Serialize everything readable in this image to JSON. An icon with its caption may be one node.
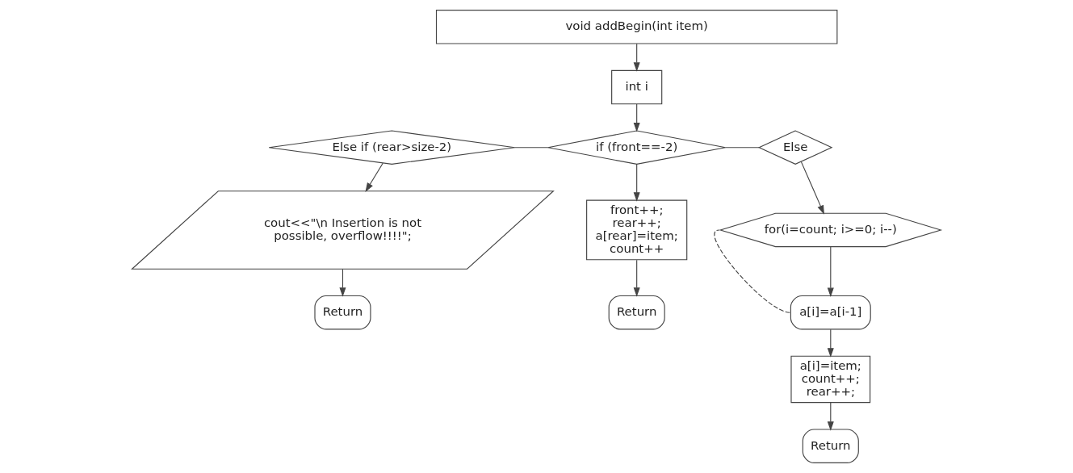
{
  "diagram": {
    "nodes": [
      {
        "text": [
          "void addBegin(int item)"
        ]
      },
      {
        "text": [
          "int i"
        ]
      },
      {
        "text": [
          "if (front==-2)"
        ]
      },
      {
        "text": [
          "Else if (rear>size-2)"
        ]
      },
      {
        "text": [
          "Else"
        ]
      },
      {
        "text": [
          "cout<<\"\\n Insertion is not possible, overflow!!!!\";"
        ]
      },
      {
        "text": [
          "Return"
        ]
      },
      {
        "text": [
          "front++; rear++; a[rear]=item; count++"
        ]
      },
      {
        "text": [
          "Return"
        ]
      },
      {
        "text": [
          "for(i=count; i>=0; i--)"
        ]
      },
      {
        "text": [
          "a[i]=a[i-1]"
        ]
      },
      {
        "text": [
          "a[i]=item; count++; rear++;"
        ]
      },
      {
        "text": [
          "Return"
        ]
      }
    ],
    "edges": [
      {
        "from": 0,
        "to": 1,
        "arrow": "to"
      },
      {
        "from": 1,
        "to": 2,
        "arrow": "to"
      },
      {
        "from": 2,
        "to": 3,
        "arrow": "none"
      },
      {
        "from": 2,
        "to": 4,
        "arrow": "none"
      },
      {
        "from": 3,
        "to": 5,
        "arrow": "to"
      },
      {
        "from": 5,
        "to": 6,
        "arrow": "to"
      },
      {
        "from": 2,
        "to": 7,
        "arrow": "to"
      },
      {
        "from": 7,
        "to": 8,
        "arrow": "to"
      },
      {
        "from": 4,
        "to": 9,
        "arrow": "to"
      },
      {
        "from": 9,
        "to": 10,
        "arrow": "to"
      },
      {
        "from": 10,
        "to": 11,
        "arrow": "to"
      },
      {
        "from": 11,
        "to": 12,
        "arrow": "to"
      },
      {
        "from": 10,
        "to": 9,
        "arrow": "none",
        "style": "dashed"
      }
    ]
  }
}
